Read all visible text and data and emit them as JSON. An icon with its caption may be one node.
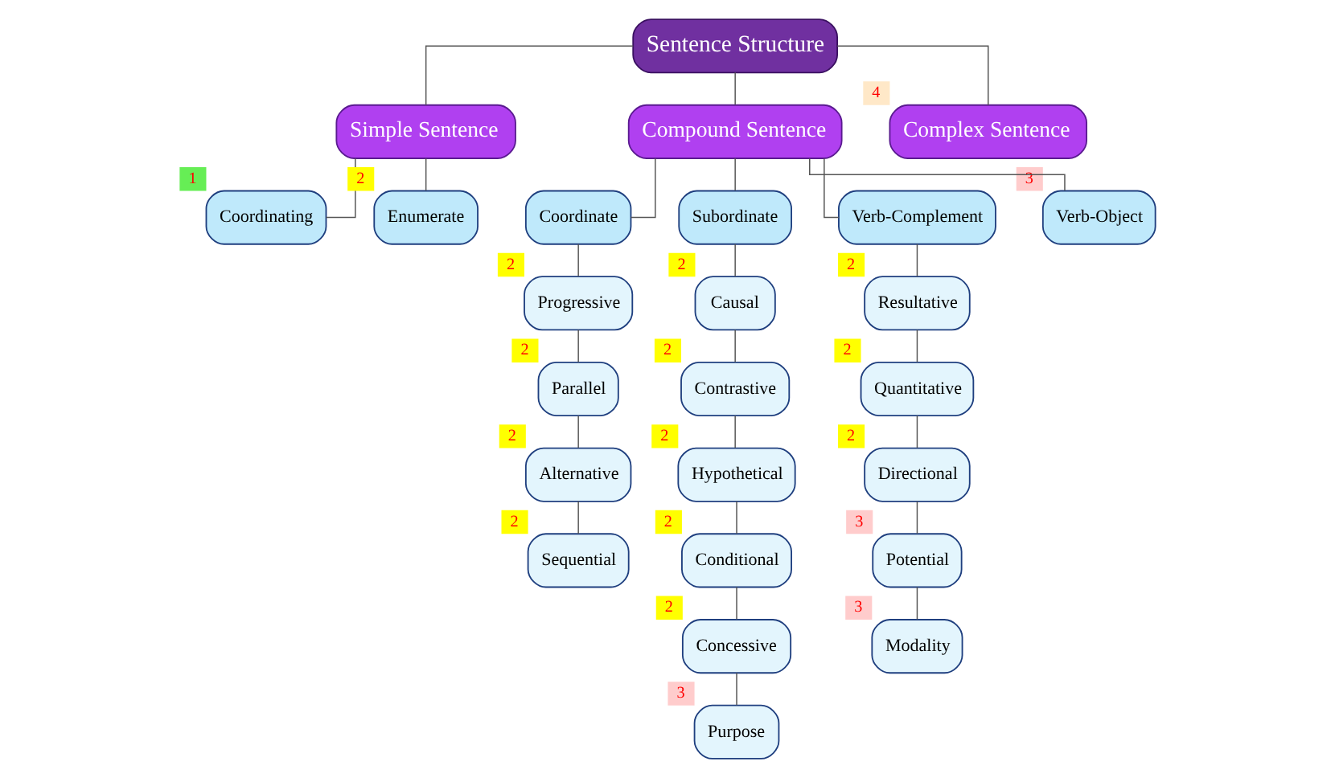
{
  "diagram": {
    "nodes": [
      {
        "text": [
          "Sentence Structure"
        ]
      },
      {
        "text": [
          "Simple Sentence"
        ]
      },
      {
        "text": [
          "Compound Sentence"
        ]
      },
      {
        "text": [
          "Complex Sentence"
        ],
        "beside": [
          "4"
        ]
      },
      {
        "text": [
          "Coordinating"
        ],
        "beside": [
          "1"
        ]
      },
      {
        "text": [
          "Enumerate"
        ],
        "beside": [
          "2"
        ]
      },
      {
        "text": [
          "Coordinate"
        ]
      },
      {
        "text": [
          "Subordinate"
        ]
      },
      {
        "text": [
          "Verb-Complement"
        ]
      },
      {
        "text": [
          "Verb-Object"
        ],
        "beside": [
          "3"
        ]
      },
      {
        "text": [
          "Progressive"
        ],
        "beside": [
          "2"
        ]
      },
      {
        "text": [
          "Parallel"
        ],
        "beside": [
          "2"
        ]
      },
      {
        "text": [
          "Alternative"
        ],
        "beside": [
          "2"
        ]
      },
      {
        "text": [
          "Sequential"
        ],
        "beside": [
          "2"
        ]
      },
      {
        "text": [
          "Causal"
        ],
        "beside": [
          "2"
        ]
      },
      {
        "text": [
          "Contrastive"
        ],
        "beside": [
          "2"
        ]
      },
      {
        "text": [
          "Hypothetical"
        ],
        "beside": [
          "2"
        ]
      },
      {
        "text": [
          "Conditional"
        ],
        "beside": [
          "2"
        ]
      },
      {
        "text": [
          "Concessive"
        ],
        "beside": [
          "2"
        ]
      },
      {
        "text": [
          "Purpose"
        ],
        "beside": [
          "3"
        ]
      },
      {
        "text": [
          "Resultative"
        ],
        "beside": [
          "2"
        ]
      },
      {
        "text": [
          "Quantitative"
        ],
        "beside": [
          "2"
        ]
      },
      {
        "text": [
          "Directional"
        ],
        "beside": [
          "2"
        ]
      },
      {
        "text": [
          "Potential"
        ],
        "beside": [
          "3"
        ]
      },
      {
        "text": [
          "Modality"
        ],
        "beside": [
          "3"
        ]
      }
    ],
    "edges": [
      {
        "from": 0,
        "to": 1,
        "arrow": "none"
      },
      {
        "from": 0,
        "to": 2,
        "arrow": "none"
      },
      {
        "from": 0,
        "to": 3,
        "arrow": "none"
      },
      {
        "from": 1,
        "to": 4,
        "arrow": "none"
      },
      {
        "from": 1,
        "to": 5,
        "arrow": "none"
      },
      {
        "from": 2,
        "to": 6,
        "arrow": "none"
      },
      {
        "from": 2,
        "to": 7,
        "arrow": "none"
      },
      {
        "from": 2,
        "to": 8,
        "arrow": "none"
      },
      {
        "from": 2,
        "to": 9,
        "arrow": "none"
      },
      {
        "from": 6,
        "to": 10,
        "arrow": "none"
      },
      {
        "from": 10,
        "to": 11,
        "arrow": "none"
      },
      {
        "from": 11,
        "to": 12,
        "arrow": "none"
      },
      {
        "from": 12,
        "to": 13,
        "arrow": "none"
      },
      {
        "from": 7,
        "to": 14,
        "arrow": "none"
      },
      {
        "from": 14,
        "to": 15,
        "arrow": "none"
      },
      {
        "from": 15,
        "to": 16,
        "arrow": "none"
      },
      {
        "from": 16,
        "to": 17,
        "arrow": "none"
      },
      {
        "from": 17,
        "to": 18,
        "arrow": "none"
      },
      {
        "from": 18,
        "to": 19,
        "arrow": "none"
      },
      {
        "from": 8,
        "to": 20,
        "arrow": "none"
      },
      {
        "from": 20,
        "to": 21,
        "arrow": "none"
      },
      {
        "from": 21,
        "to": 22,
        "arrow": "none"
      },
      {
        "from": 22,
        "to": 23,
        "arrow": "none"
      },
      {
        "from": 23,
        "to": 24,
        "arrow": "none"
      }
    ]
  }
}
